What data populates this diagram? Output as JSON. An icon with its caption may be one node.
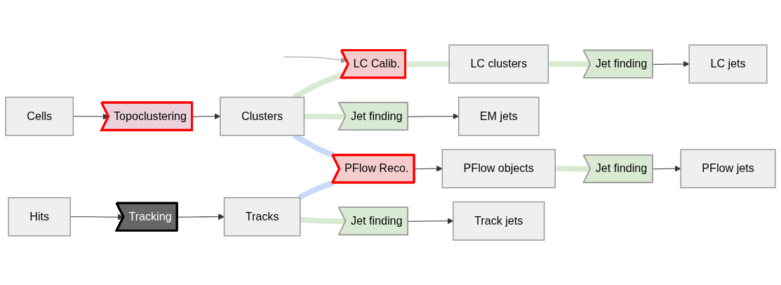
{
  "diagram": {
    "nodes": [
      {
        "text": [
          "Cells"
        ]
      },
      {
        "text": [
          "Topoclustering"
        ]
      },
      {
        "text": [
          "Clusters"
        ]
      },
      {
        "text": [
          "Hits"
        ]
      },
      {
        "text": [
          "Tracking"
        ]
      },
      {
        "text": [
          "Tracks"
        ]
      },
      {
        "text": [
          "LC Calib."
        ]
      },
      {
        "text": [
          "LC clusters"
        ]
      },
      {
        "text": [
          "Jet finding"
        ]
      },
      {
        "text": [
          "LC jets"
        ]
      },
      {
        "text": [
          "Jet finding"
        ]
      },
      {
        "text": [
          "EM jets"
        ]
      },
      {
        "text": [
          "PFlow Reco."
        ]
      },
      {
        "text": [
          "PFlow objects"
        ]
      },
      {
        "text": [
          "Jet finding"
        ]
      },
      {
        "text": [
          "PFlow jets"
        ]
      },
      {
        "text": [
          "Jet finding"
        ]
      },
      {
        "text": [
          "Track jets"
        ]
      }
    ],
    "edges": [
      {
        "from": 0,
        "to": 1,
        "arrow": "to"
      },
      {
        "from": 1,
        "to": 2,
        "arrow": "to"
      },
      {
        "from": 3,
        "to": 4,
        "arrow": "to"
      },
      {
        "from": 4,
        "to": 5,
        "arrow": "to"
      },
      {
        "from": null,
        "to": 6,
        "arrow": "to",
        "color": "#8f9e96"
      },
      {
        "from": 2,
        "to": 6,
        "arrow": "none",
        "style": "thick",
        "color": "#d9ead3"
      },
      {
        "from": 6,
        "to": 7,
        "arrow": "none",
        "style": "thick",
        "color": "#d9ead3"
      },
      {
        "from": 7,
        "to": 8,
        "arrow": "none",
        "style": "thick",
        "color": "#d9ead3"
      },
      {
        "from": 8,
        "to": 9,
        "arrow": "to"
      },
      {
        "from": 2,
        "to": 10,
        "arrow": "none",
        "style": "thick",
        "color": "#d9ead3"
      },
      {
        "from": 10,
        "to": 11,
        "arrow": "to"
      },
      {
        "from": 2,
        "to": 12,
        "arrow": "none",
        "style": "thick",
        "color": "#c9daf8"
      },
      {
        "from": 5,
        "to": 12,
        "arrow": "none",
        "style": "thick",
        "color": "#c9daf8"
      },
      {
        "from": 12,
        "to": 13,
        "arrow": "to"
      },
      {
        "from": 13,
        "to": 14,
        "arrow": "none",
        "style": "thick",
        "color": "#d9ead3"
      },
      {
        "from": 14,
        "to": 15,
        "arrow": "to"
      },
      {
        "from": 5,
        "to": 16,
        "arrow": "none",
        "style": "thick",
        "color": "#d9ead3"
      },
      {
        "from": 16,
        "to": 17,
        "arrow": "to"
      }
    ]
  }
}
